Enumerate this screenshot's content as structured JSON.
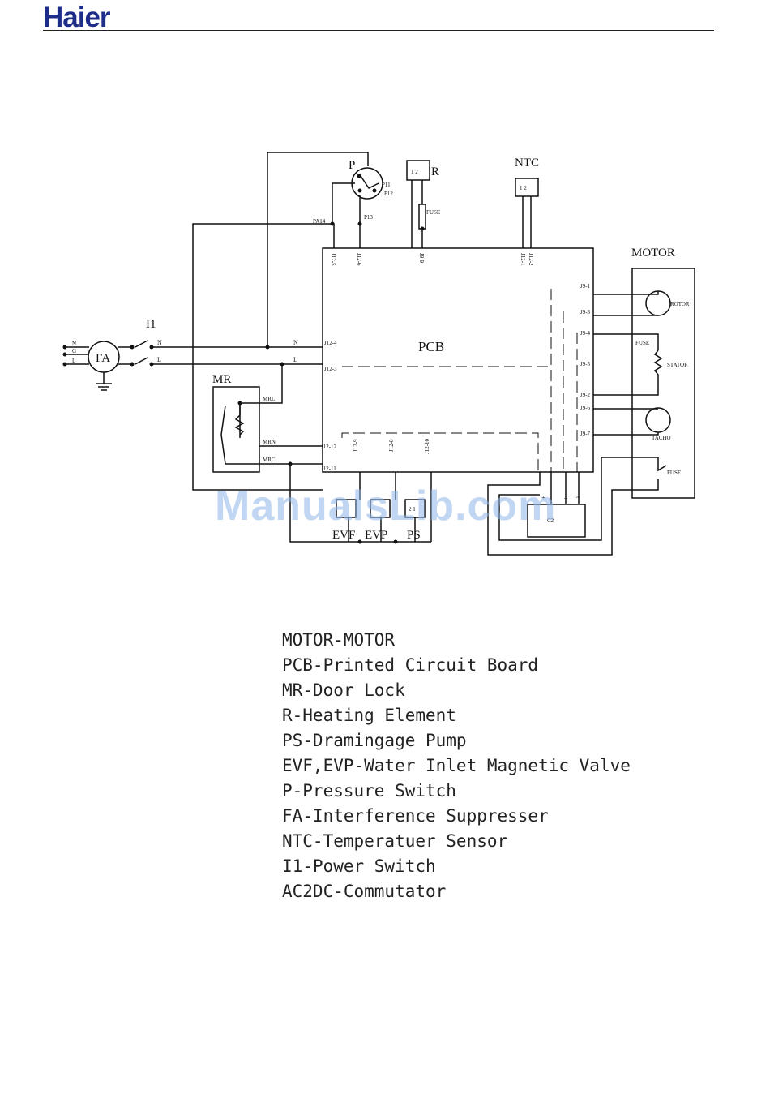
{
  "header": {
    "brand": "Haier"
  },
  "watermark": "ManualsLib.com",
  "diagram": {
    "labels": {
      "pcb": "PCB",
      "motor": "MOTOR",
      "ntc": "NTC",
      "p": "P",
      "r": "R",
      "i1": "I1",
      "fa": "FA",
      "mr": "MR",
      "evf": "EVF",
      "evp": "EVP",
      "ps": "PS",
      "n": "N",
      "l": "L",
      "plug_n": "N",
      "plug_g": "G",
      "plug_l": "L",
      "sw_n": "N",
      "sw_l": "L",
      "p11": "P11",
      "p12": "P12",
      "p13": "P13",
      "pa14": "PA14",
      "fuse_r": "FUSE",
      "r_pins": "1 2",
      "ntc_pins": "1 2",
      "ps_pins": "2 1",
      "j12_5": "J12-5",
      "j12_6": "J12-6",
      "j9_9": "J9-9",
      "j12_1": "J12-1",
      "j12_2": "J12-2",
      "j12_4": "J12-4",
      "j12_3": "J12-3",
      "j12_12": "J12-12",
      "j12_11": "J12-11",
      "j12_9": "J12-9",
      "j12_8": "J12-8",
      "j12_10": "J12-10",
      "j9_1": "J9-1",
      "j9_3": "J9-3",
      "j9_4": "J9-4",
      "j9_5": "J9-5",
      "j9_2": "J9-2",
      "j9_6": "J9-6",
      "j9_7": "J9-7",
      "mrl": "MRL",
      "mrn": "MRN",
      "mrc": "MRC",
      "rotor": "ROTOR",
      "stator": "STATOR",
      "tacho": "TACHO",
      "fuse_stator": "FUSE",
      "fuse_motor": "FUSE",
      "c2": "C2",
      "plus": "+",
      "minus": "–",
      "tilde": "~"
    }
  },
  "legend": [
    "MOTOR-MOTOR",
    "PCB-Printed Circuit Board",
    "MR-Door Lock",
    "R-Heating Element",
    "PS-Dramingage Pump",
    "EVF,EVP-Water Inlet Magnetic Valve",
    "P-Pressure Switch",
    "FA-Interference Suppresser",
    "NTC-Temperatuer Sensor",
    "I1-Power Switch",
    "AC2DC-Commutator"
  ]
}
